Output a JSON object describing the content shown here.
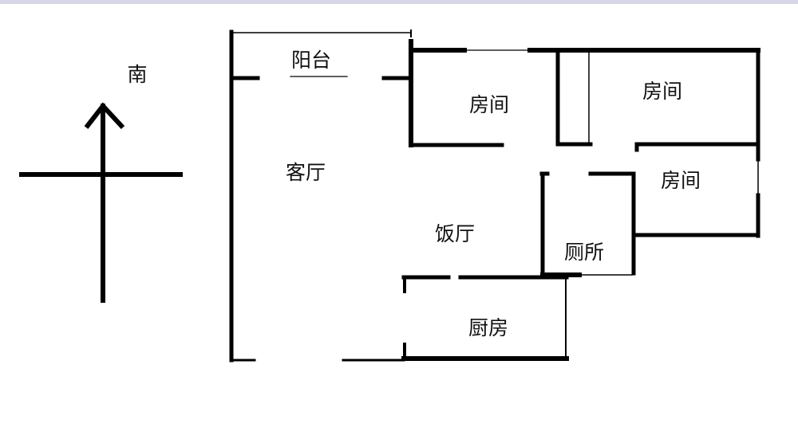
{
  "compass": {
    "direction_label": "南"
  },
  "rooms": {
    "balcony": "阳台",
    "bedroom_1": "房间",
    "bedroom_2": "房间",
    "bedroom_3": "房间",
    "living_room": "客厅",
    "dining_room": "饭厅",
    "toilet": "厕所",
    "kitchen": "厨房"
  },
  "colors": {
    "wall": "#000000",
    "background": "#ffffff",
    "top_strip": "#d6d6e6"
  }
}
